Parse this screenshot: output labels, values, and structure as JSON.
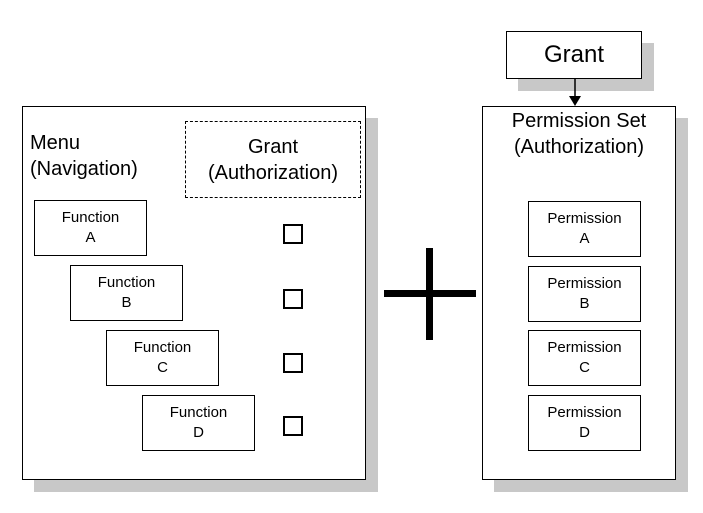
{
  "menu_panel": {
    "title_line1": "Menu",
    "title_line2": "(Navigation)",
    "grant_line1": "Grant",
    "grant_line2": "(Authorization)",
    "functions": [
      {
        "line1": "Function",
        "line2": "A"
      },
      {
        "line1": "Function",
        "line2": "B"
      },
      {
        "line1": "Function",
        "line2": "C"
      },
      {
        "line1": "Function",
        "line2": "D"
      }
    ]
  },
  "plus_symbol": "plus",
  "grant_box": {
    "label": "Grant"
  },
  "permission_panel": {
    "title_line1": "Permission Set",
    "title_line2": "(Authorization)",
    "permissions": [
      {
        "line1": "Permission",
        "line2": "A"
      },
      {
        "line1": "Permission",
        "line2": "B"
      },
      {
        "line1": "Permission",
        "line2": "C"
      },
      {
        "line1": "Permission",
        "line2": "D"
      }
    ]
  }
}
